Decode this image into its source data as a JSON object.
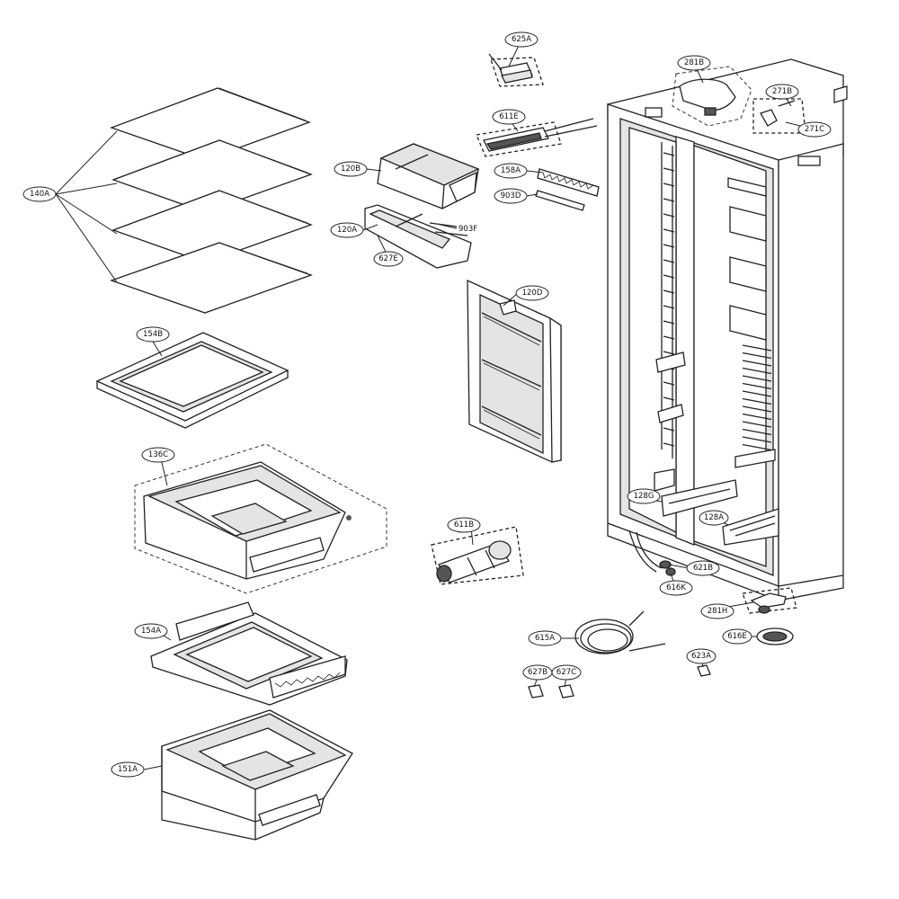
{
  "labels": {
    "l625A": "625A",
    "l281B": "281B",
    "l271B": "271B",
    "l271C": "271C",
    "l611E": "611E",
    "l120B": "120B",
    "l158A": "158A",
    "l903D": "903D",
    "l120A": "120A",
    "l903F": "903F",
    "l627E": "627E",
    "l140A": "140A",
    "l154B": "154B",
    "l120D": "120D",
    "l136C": "136C",
    "l128G": "128G",
    "l128A": "128A",
    "l611B": "611B",
    "l621B": "621B",
    "l616K": "616K",
    "l281H": "281H",
    "l154A": "154A",
    "l615A": "615A",
    "l616E": "616E",
    "l623A": "623A",
    "l627B": "627B",
    "l627C": "627C",
    "l151A": "151A"
  },
  "colors": {
    "line": "#222222",
    "background": "#ffffff"
  }
}
